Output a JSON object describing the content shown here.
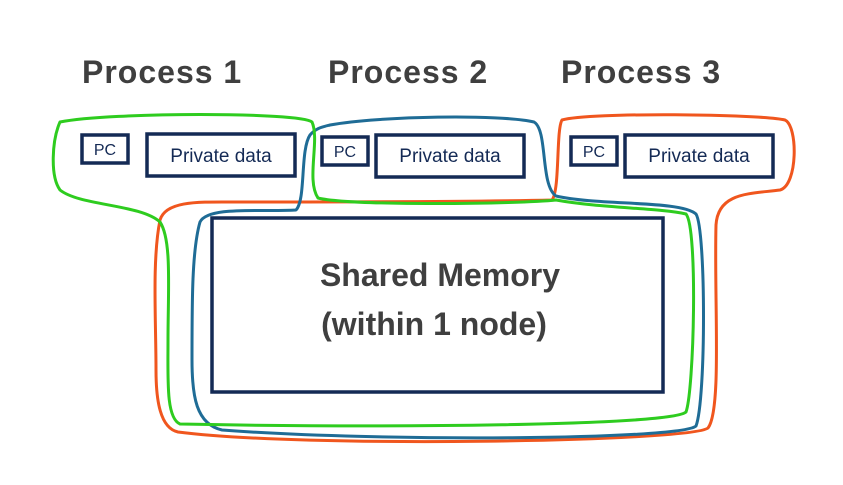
{
  "processes": [
    {
      "title": "Process 1",
      "pc_label": "PC",
      "private_label": "Private data",
      "outline_color": "#2ecc1f"
    },
    {
      "title": "Process 2",
      "pc_label": "PC",
      "private_label": "Private data",
      "outline_color": "#1f6c96"
    },
    {
      "title": "Process 3",
      "pc_label": "PC",
      "private_label": "Private data",
      "outline_color": "#f0561e"
    }
  ],
  "shared_memory": {
    "line1": "Shared Memory",
    "line2": "(within 1 node)",
    "border_color": "#142a55"
  }
}
